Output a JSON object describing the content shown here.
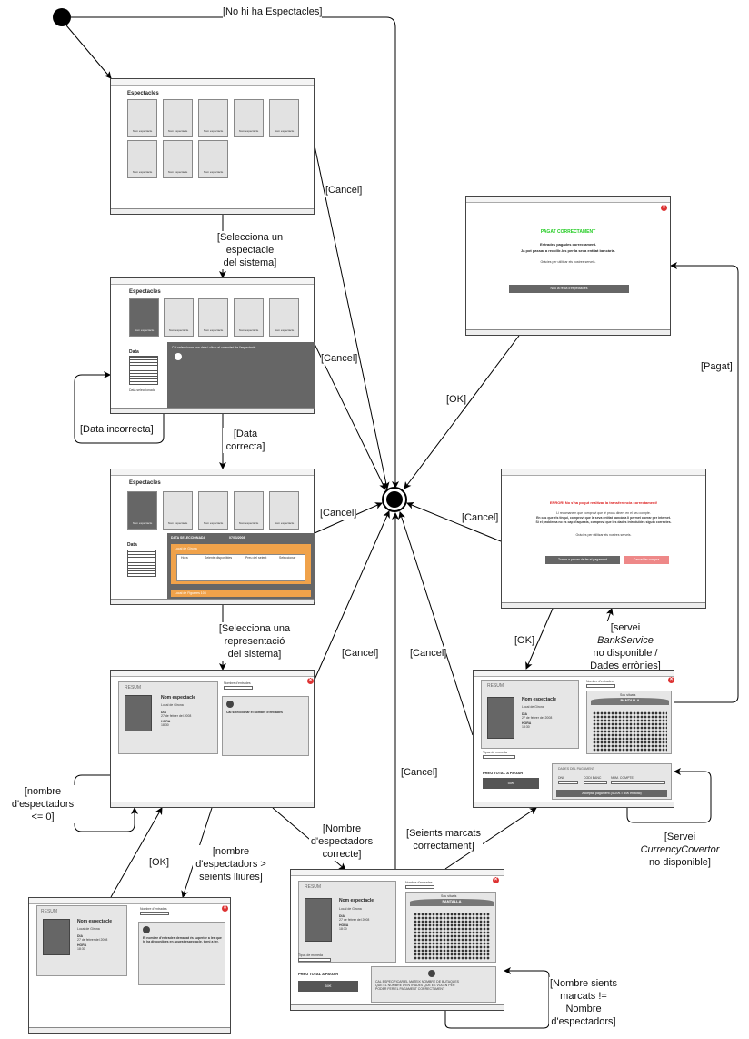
{
  "diagram": {
    "states": {
      "s1": {
        "title": "Espectacles",
        "card_label": "Nom espectacle"
      },
      "s2": {
        "title": "Espectacles",
        "card_label": "Nom espectacle",
        "date_label": "Data",
        "hint": "Cal seleccionar una data i clicar el calendari de l'espectacle.",
        "legend": "Data seleccionada"
      },
      "s3": {
        "title": "Espectacles",
        "card_label": "Nom espectacle",
        "date_label": "Data",
        "selected_date_label": "DATA SELECCIONADA",
        "selected_date_value": "07/03/2008",
        "venue1": "Local de Girona",
        "venue2": "Local de Figueres 103",
        "cols": [
          "Hora",
          "Seients disponibles",
          "Preu del seient",
          "Seleccionar"
        ]
      },
      "s4": {
        "resum": "RESUM",
        "title": "Nom espectacle",
        "venue": "Local de Girona",
        "dia_label": "DIA",
        "dia": "27 de febrer del 2008",
        "hora_label": "HORA",
        "hora": "18:30",
        "count_label": "Nombre d'entrades",
        "count_hint": "Cal seleccionar el nombre d'entrades"
      },
      "s5": {
        "resum": "RESUM",
        "title": "Nom espectacle",
        "venue": "Local de Girona",
        "dia_label": "DIA",
        "dia": "27 de febrer del 2008",
        "hora_label": "HORA",
        "hora": "18:30",
        "count_label": "Nombre d'entrades",
        "error": "El nombre d'entrades demanat és superior a les que hi ha disponibles en aquest espectacle, torni a fer."
      },
      "s6": {
        "resum": "RESUM",
        "title": "Nom espectacle",
        "venue": "Local de Girona",
        "dia_label": "DIA",
        "dia": "27 de febrer del 2008",
        "hora_label": "HORA",
        "hora": "18:30",
        "count_label": "Nombre d'entrades",
        "stage_top": "Sou situats",
        "stage": "PANTALLA",
        "currency_label": "Tipus de moneda",
        "total_label": "PREU TOTAL A PAGAR",
        "total": "50€",
        "seat_msg": "CAL ESPECIFICAR EL MATEIX NOMBRE DE BUTAQUES QUE EL NOMBRE D'ENTRADES QUE ES VOLEN PER PODER FER EL PAGAMENT CORRECTAMENT"
      },
      "s7": {
        "resum": "RESUM",
        "title": "Nom espectacle",
        "venue": "Local de Girona",
        "dia_label": "DIA",
        "dia": "27 de febrer del 2008",
        "hora_label": "HORA",
        "hora": "18:30",
        "count_label": "Nombre d'entrades",
        "stage_top": "Sou situats",
        "stage": "PANTALLA",
        "currency_label": "Tipus de moneda",
        "total_label": "PREU TOTAL A PAGAR",
        "total": "50€",
        "payment_title": "DADES DEL PAGAMENT",
        "dni": "DNI",
        "bank_code": "CODI BANC",
        "account": "NUM. COMPTE",
        "pay_button": "Acceptar pagament (4x20€ = 80€ en total)"
      },
      "s8": {
        "title": "PAGAT CORRECTAMENT",
        "line1": "Entrades pagades correctament.",
        "line2": "Ja pot passar a recollir-les per la seva entitat bancària.",
        "line3": "Gràcies per utilitzar els nostres serveis.",
        "button": "Nou la resta d'espectacles"
      },
      "s9": {
        "title": "ERROR! No s'ha pogut realitzar la transferència correctament!",
        "line1": "Li recomanem que comprovi que té prous diners en el seu compte.",
        "line2": "En cas que els tingui, comprovi que la seva entitat bancària li permet operar per internet.",
        "line3": "Si el problema no és cap d'aquests, comprovi que les dades introduïdes siguin correctes.",
        "line4": "Gràcies per utilitzar els nostres serveis.",
        "button1": "Tornar a provar de fer el pagament",
        "button2": "Cancel·lar compra"
      }
    },
    "labels": {
      "no_shows": "[No hi ha Espectacles]",
      "select_show": [
        "[Selecciona un",
        "espectacle",
        "del sistema]"
      ],
      "date_incorrect": "[Data incorrecta]",
      "date_correct": [
        "[Data",
        "correcta]"
      ],
      "select_performance": [
        "[Selecciona una",
        "representació",
        "del sistema]"
      ],
      "count_le_zero": [
        "[nombre",
        "d'espectadors",
        "<= 0]"
      ],
      "count_gt_free": [
        "[nombre",
        "d'espectadors >",
        "seients lliures]"
      ],
      "count_correct": [
        "[Nombre",
        "d'espectadors",
        "correcte]"
      ],
      "ok1": "[OK]",
      "ok2": "[OK]",
      "ok3": "[OK]",
      "seats_marked": [
        "[Seients marcats",
        "correctament]"
      ],
      "seats_mismatch": [
        "[Nombre sients",
        "marcats !=",
        "Nombre",
        "d'espectadors]"
      ],
      "bank_unavailable_pre": "[servei",
      "bank_unavailable_service": "BankService",
      "bank_unavailable_rest": [
        "no disponible /",
        "Dades errònies]"
      ],
      "currency_pre": "[Servei",
      "currency_service": "CurrencyCovertor",
      "currency_rest": "no disponible]",
      "paid": "[Pagat]",
      "cancel1": "[Cancel]",
      "cancel2": "[Cancel]",
      "cancel3": "[Cancel]",
      "cancel4": "[Cancel]",
      "cancel5": "[Cancel]",
      "cancel6": "[Cancel]",
      "cancel7": "[Cancel]"
    }
  }
}
